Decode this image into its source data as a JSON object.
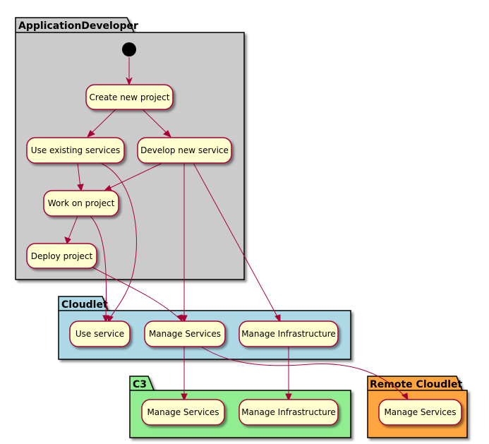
{
  "packages": {
    "app_developer": {
      "title": "ApplicationDeveloper",
      "color": "#CBCBCB"
    },
    "cloudlet": {
      "title": "Cloudlet",
      "color": "#ADD8E6"
    },
    "c3": {
      "title": "C3",
      "color": "#90EE90"
    },
    "remote_cloudlet": {
      "title": "Remote Cloudlet",
      "color": "#FFA540"
    }
  },
  "nodes": {
    "create_new_project": "Create new project",
    "use_existing_services": "Use existing services",
    "develop_new_service": "Develop new service",
    "work_on_project": "Work on project",
    "deploy_project": "Deploy project",
    "cloudlet_use_service": "Use service",
    "cloudlet_manage_services": "Manage Services",
    "cloudlet_manage_infrastructure": "Manage Infrastructure",
    "c3_manage_services": "Manage Services",
    "c3_manage_infrastructure": "Manage Infrastructure",
    "remote_manage_services": "Manage Services"
  },
  "colors": {
    "node_fill": "#FEFECE",
    "node_border": "#A80036",
    "edge": "#A80036"
  }
}
